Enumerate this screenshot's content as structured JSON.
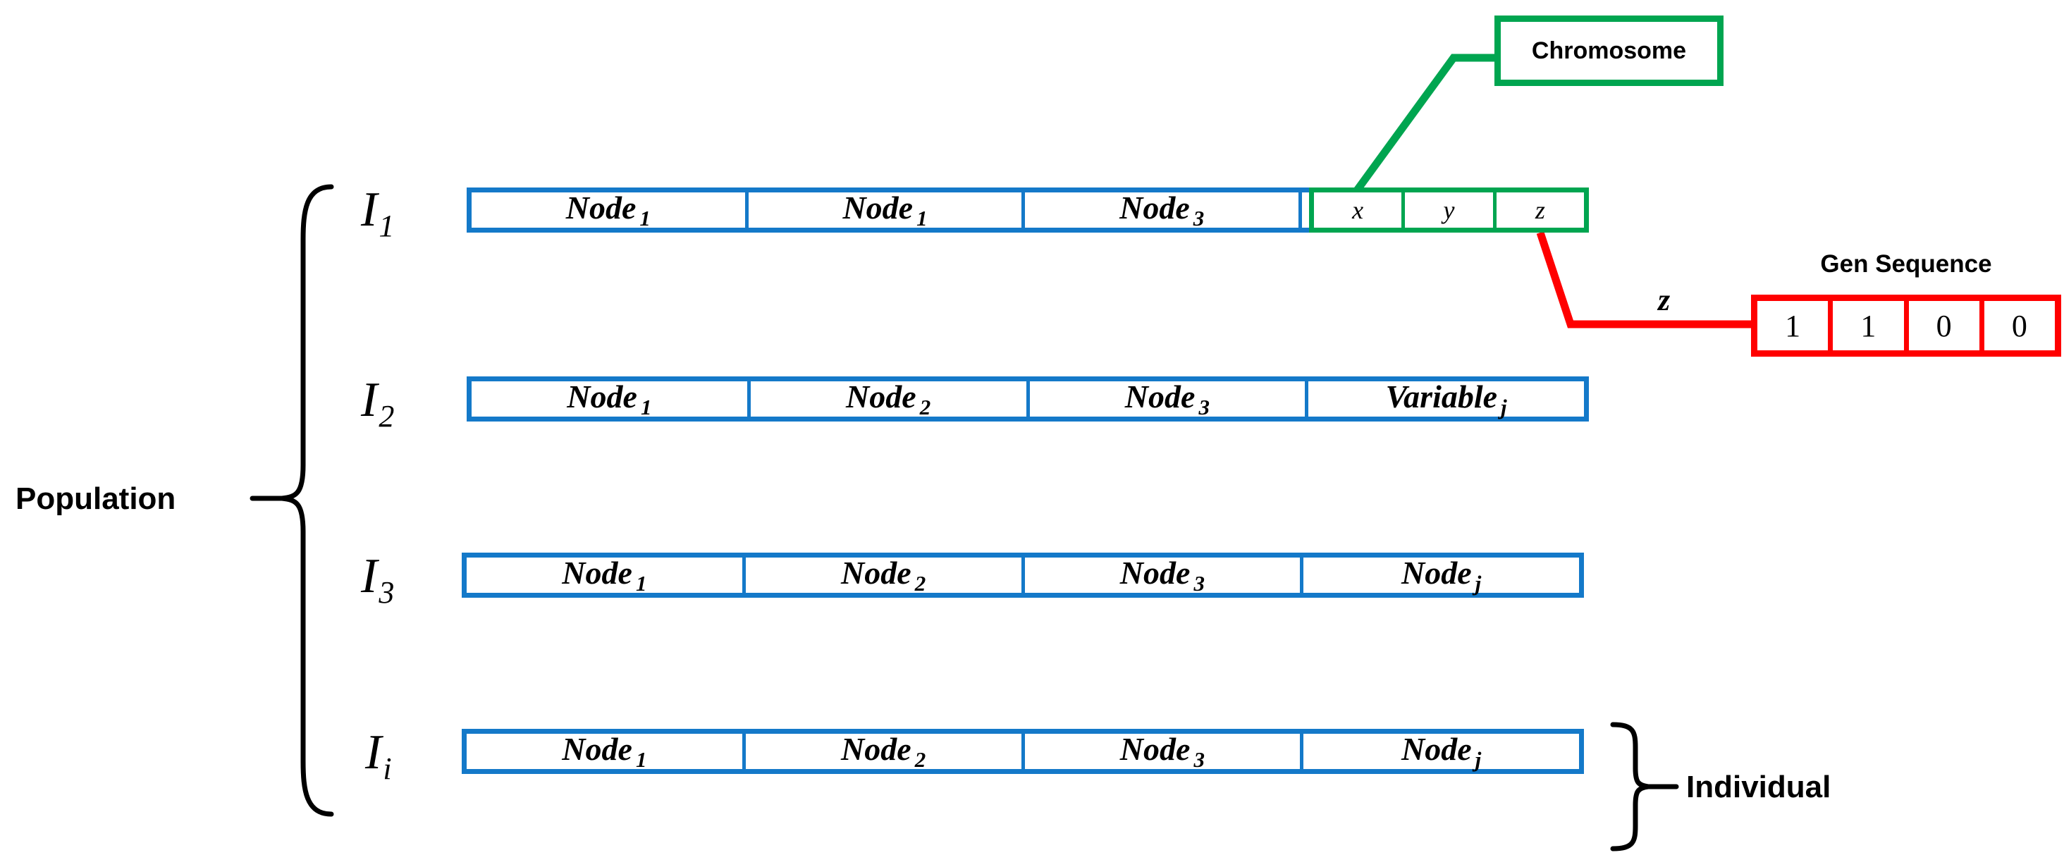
{
  "diagram": {
    "population_label": "Population",
    "individual_label": "Individual",
    "chromosome_label": "Chromosome",
    "gen_sequence_label": "Gen Sequence",
    "gen_link_label": "z",
    "colors": {
      "individual_border": "#1479C9",
      "chromosome_border": "#00A550",
      "gen_border": "#FF0000",
      "text": "#000000",
      "background": "#FFFFFF"
    },
    "individuals": [
      {
        "id_base": "I",
        "id_sub": "1",
        "cells": [
          {
            "base": "Node",
            "sub": "1"
          },
          {
            "base": "Node",
            "sub": "1"
          },
          {
            "base": "Node",
            "sub": "3"
          }
        ],
        "chromosome_cells": [
          "x",
          "y",
          "z"
        ]
      },
      {
        "id_base": "I",
        "id_sub": "2",
        "cells": [
          {
            "base": "Node",
            "sub": "1"
          },
          {
            "base": "Node",
            "sub": "2"
          },
          {
            "base": "Node",
            "sub": "3"
          },
          {
            "base": "Variable",
            "sub": "j"
          }
        ],
        "chromosome_cells": []
      },
      {
        "id_base": "I",
        "id_sub": "3",
        "cells": [
          {
            "base": "Node",
            "sub": "1"
          },
          {
            "base": "Node",
            "sub": "2"
          },
          {
            "base": "Node",
            "sub": "3"
          },
          {
            "base": "Node",
            "sub": "j"
          }
        ],
        "chromosome_cells": []
      },
      {
        "id_base": "I",
        "id_sub": "i",
        "cells": [
          {
            "base": "Node",
            "sub": "1"
          },
          {
            "base": "Node",
            "sub": "2"
          },
          {
            "base": "Node",
            "sub": "3"
          },
          {
            "base": "Node",
            "sub": "j"
          }
        ],
        "chromosome_cells": []
      }
    ],
    "gen_sequence": [
      "1",
      "1",
      "0",
      "0"
    ]
  }
}
